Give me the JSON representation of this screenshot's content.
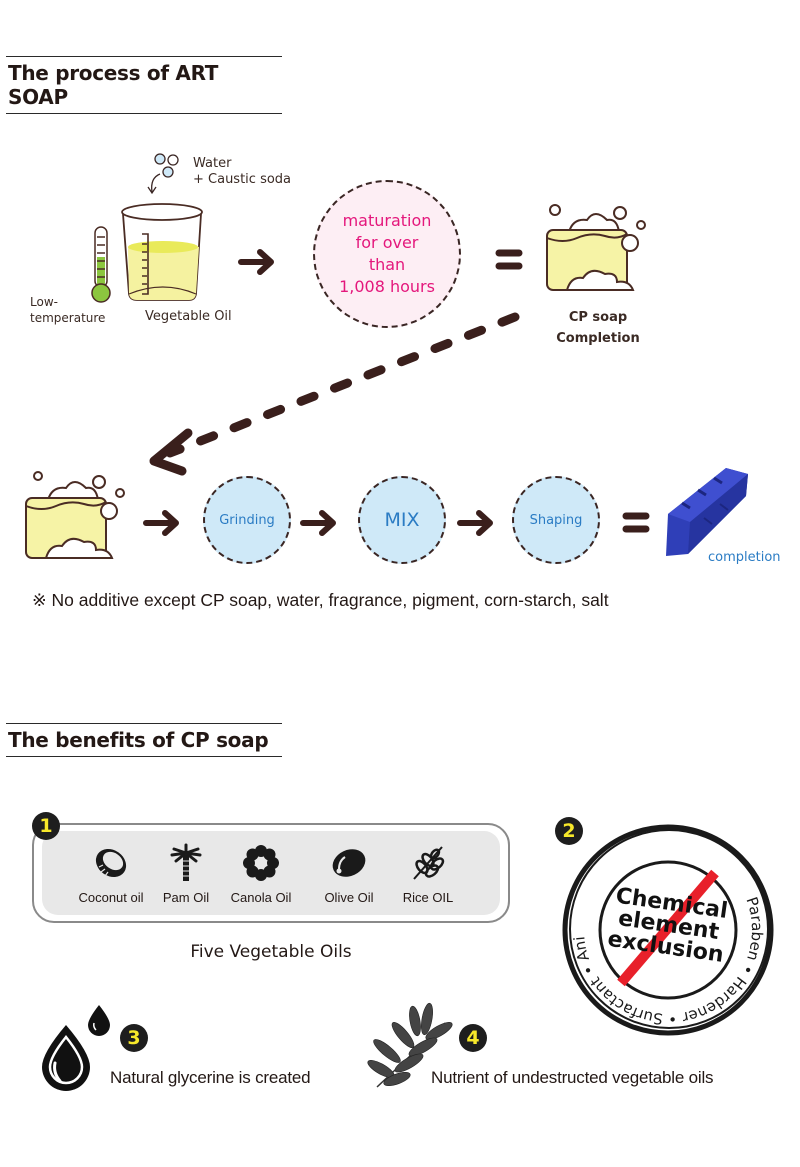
{
  "process_section": {
    "title": "The process of ART SOAP",
    "water_label_line1": "Water",
    "water_label_line2": "+ Caustic soda",
    "thermometer_label_line1": "Low-",
    "thermometer_label_line2": "temperature",
    "beaker_label": "Vegetable Oil",
    "maturation_text": [
      "maturation",
      "for over",
      "than",
      "1,008 hours"
    ],
    "cp_soap_label_line1": "CP soap",
    "cp_soap_label_line2": "Completion",
    "steps": [
      "Grinding",
      "MIX",
      "Shaping"
    ],
    "completion_label": "completion",
    "note": "※ No additive except CP soap, water, fragrance, pigment, corn-starch, salt",
    "colors": {
      "arrow": "#3a1f1c",
      "maturation_text": "#e4177c",
      "maturation_bg": "#fdeef4",
      "step_bg": "#cfe9f8",
      "step_text": "#2b7cc4",
      "soap_yellow": "#f6f3a6",
      "final_soap_blue": "#2f3fb8"
    }
  },
  "benefits_section": {
    "title": "The benefits of CP soap",
    "benefit1": {
      "number": "1",
      "caption": "Five Vegetable Oils",
      "oils": [
        {
          "label": "Coconut oil",
          "icon": "coconut-icon"
        },
        {
          "label": "Pam Oil",
          "icon": "palm-tree-icon"
        },
        {
          "label": "Canola Oil",
          "icon": "flower-icon"
        },
        {
          "label": "Olive Oil",
          "icon": "olive-icon"
        },
        {
          "label": "Rice OIL",
          "icon": "grain-icon"
        }
      ]
    },
    "benefit2": {
      "number": "2",
      "center_text": [
        "Chemical",
        "element",
        "exclusion"
      ],
      "ring_text": "Paraben • Hardener • Surfactant • Animal oil • Synthetic preservative •"
    },
    "benefit3": {
      "number": "3",
      "caption": "Natural glycerine is created"
    },
    "benefit4": {
      "number": "4",
      "caption": "Nutrient of undestructed vegetable oils"
    },
    "colors": {
      "badge_bg": "#1e1e1e",
      "badge_text": "#f7e82a",
      "panel_bg": "#e8e8e8",
      "strike_red": "#e8202a"
    }
  }
}
